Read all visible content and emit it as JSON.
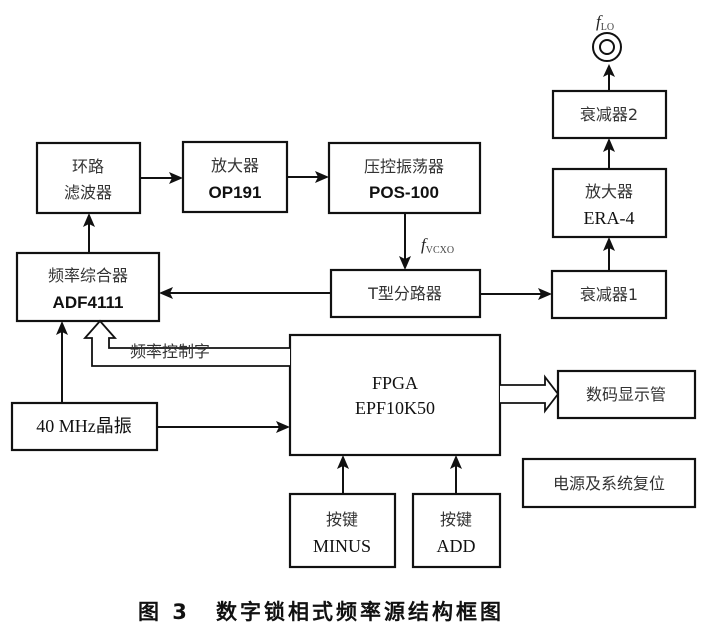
{
  "figure": {
    "caption_number": "图 3",
    "caption_title": "数字锁相式频率源结构框图"
  },
  "blocks": {
    "loop_filter": {
      "line1": "环路",
      "line2": "滤波器"
    },
    "amplifier_op191": {
      "line1": "放大器",
      "line2": "OP191"
    },
    "vco": {
      "line1": "压控振荡器",
      "line2": "POS-100"
    },
    "t_splitter": {
      "label": "T型分路器"
    },
    "attenuator_1": {
      "label": "衰减器1"
    },
    "amplifier_era4": {
      "line1": "放大器",
      "line2": "ERA-4"
    },
    "attenuator_2": {
      "label": "衰减器2"
    },
    "freq_synth": {
      "line1": "频率综合器",
      "line2": "ADF4111"
    },
    "fpga": {
      "line1": "FPGA",
      "line2": "EPF10K50"
    },
    "crystal": {
      "label": "40 MHz晶振"
    },
    "display": {
      "label": "数码显示管"
    },
    "power_reset": {
      "label": "电源及系统复位"
    },
    "key_minus": {
      "line1": "按键",
      "line2": "MINUS"
    },
    "key_add": {
      "line1": "按键",
      "line2": "ADD"
    }
  },
  "signals": {
    "vcxo": {
      "symbol": "f",
      "subscript": "VCXO"
    },
    "lo": {
      "symbol": "f",
      "subscript": "LO"
    },
    "freq_control_word": "频率控制字"
  },
  "connections": [
    {
      "from": "loop_filter",
      "to": "amplifier_op191",
      "kind": "arrow"
    },
    {
      "from": "amplifier_op191",
      "to": "vco",
      "kind": "arrow"
    },
    {
      "from": "vco",
      "to": "t_splitter",
      "kind": "arrow",
      "label": "vcxo"
    },
    {
      "from": "t_splitter",
      "to": "freq_synth",
      "kind": "arrow"
    },
    {
      "from": "t_splitter",
      "to": "attenuator_1",
      "kind": "arrow"
    },
    {
      "from": "attenuator_1",
      "to": "amplifier_era4",
      "kind": "arrow"
    },
    {
      "from": "amplifier_era4",
      "to": "attenuator_2",
      "kind": "arrow"
    },
    {
      "from": "attenuator_2",
      "to": "lo_output",
      "kind": "arrow",
      "label": "lo"
    },
    {
      "from": "freq_synth",
      "to": "loop_filter",
      "kind": "arrow"
    },
    {
      "from": "crystal",
      "to": "freq_synth",
      "kind": "arrow"
    },
    {
      "from": "crystal",
      "to": "fpga",
      "kind": "arrow"
    },
    {
      "from": "fpga",
      "to": "freq_synth",
      "kind": "bus",
      "label": "freq_control_word"
    },
    {
      "from": "fpga",
      "to": "display",
      "kind": "bus"
    },
    {
      "from": "key_minus",
      "to": "fpga",
      "kind": "arrow"
    },
    {
      "from": "key_add",
      "to": "fpga",
      "kind": "arrow"
    }
  ]
}
